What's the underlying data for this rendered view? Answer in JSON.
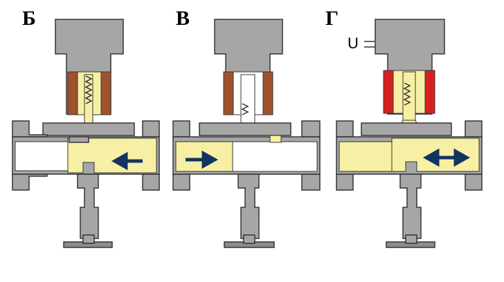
{
  "panels": [
    {
      "label": "Б",
      "coil_color": "#a0522d",
      "flow": "left",
      "energized": false
    },
    {
      "label": "В",
      "coil_color": "#a0522d",
      "flow": "right",
      "energized": false
    },
    {
      "label": "Г",
      "coil_color": "#d62020",
      "flow": "both",
      "energized": true
    }
  ],
  "voltage_label": "U",
  "colors": {
    "fluid": "#f7f0a4",
    "body": "#a6a6a6",
    "arrow": "#12345f"
  }
}
